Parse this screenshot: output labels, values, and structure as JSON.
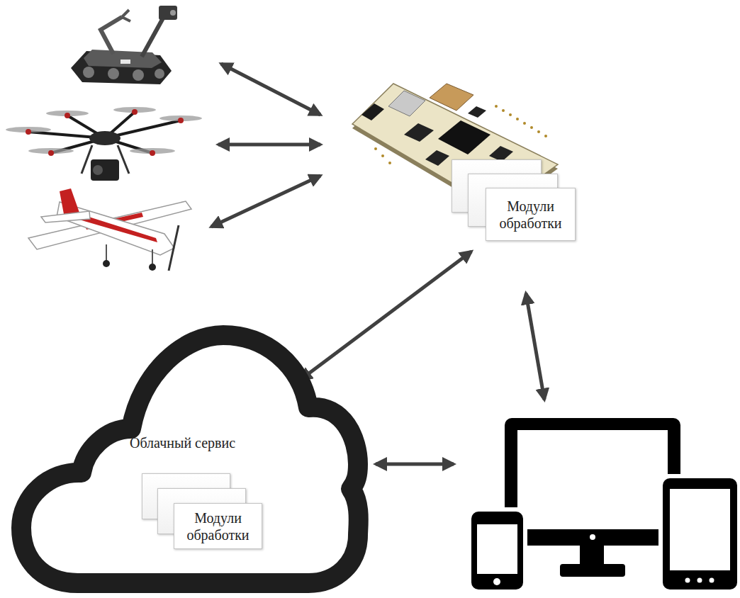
{
  "diagram": {
    "nodes": [
      {
        "text": [
          "Модули обработки"
        ]
      },
      {
        "text": [
          "Облачный сервис"
        ]
      },
      {
        "text": [
          "Модули обработки"
        ],
        "in": 1
      }
    ],
    "edges": [
      {
        "from": 0,
        "to": 1,
        "arrow": "both"
      }
    ]
  }
}
